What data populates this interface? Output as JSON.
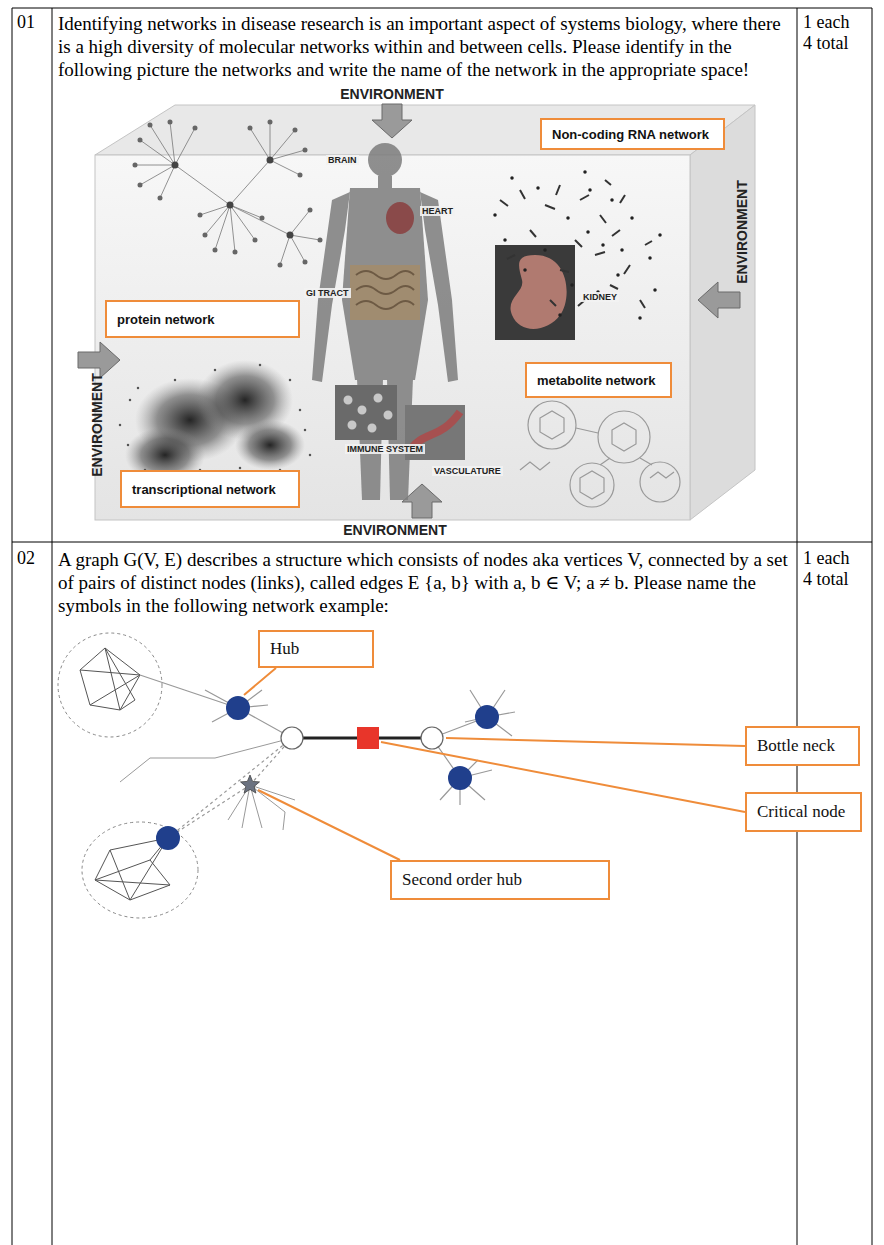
{
  "diagram": {
    "nodes": [
      {
        "text": [
          "Non-coding RNA network"
        ]
      },
      {
        "text": [
          "protein network"
        ]
      },
      {
        "text": [
          "metabolite network"
        ]
      },
      {
        "text": [
          "transcriptional network"
        ]
      },
      {
        "text": [
          "Hub"
        ]
      },
      {
        "text": [
          "Bottle neck"
        ]
      },
      {
        "text": [
          "Critical node"
        ]
      },
      {
        "text": [
          "Second order hub"
        ]
      }
    ],
    "labels": [
      "01",
      "Identifying networks in disease research is an important aspect of systems biology, where there is a high diversity of molecular networks within and between cells. Please identify in the following picture the networks and write the name of the network in the appropriate space!",
      "1 each",
      "4 total",
      "ENVIRONMENT",
      "BRAIN",
      "HEART",
      "GI TRACT",
      "KIDNEY",
      "ENVIRONMENT",
      "ENVIRONMENT",
      "IMMUNE SYSTEM",
      "VASCULATURE",
      "ENVIRONMENT",
      "02",
      "A graph G(V, E) describes a structure which consists of nodes aka vertices V, connected by a set of pairs of distinct nodes (links), called edges E {a, b} with a, b ∈ V; a ≠ b. Please name the symbols in the following network example:",
      "1 each",
      "4 total"
    ]
  }
}
